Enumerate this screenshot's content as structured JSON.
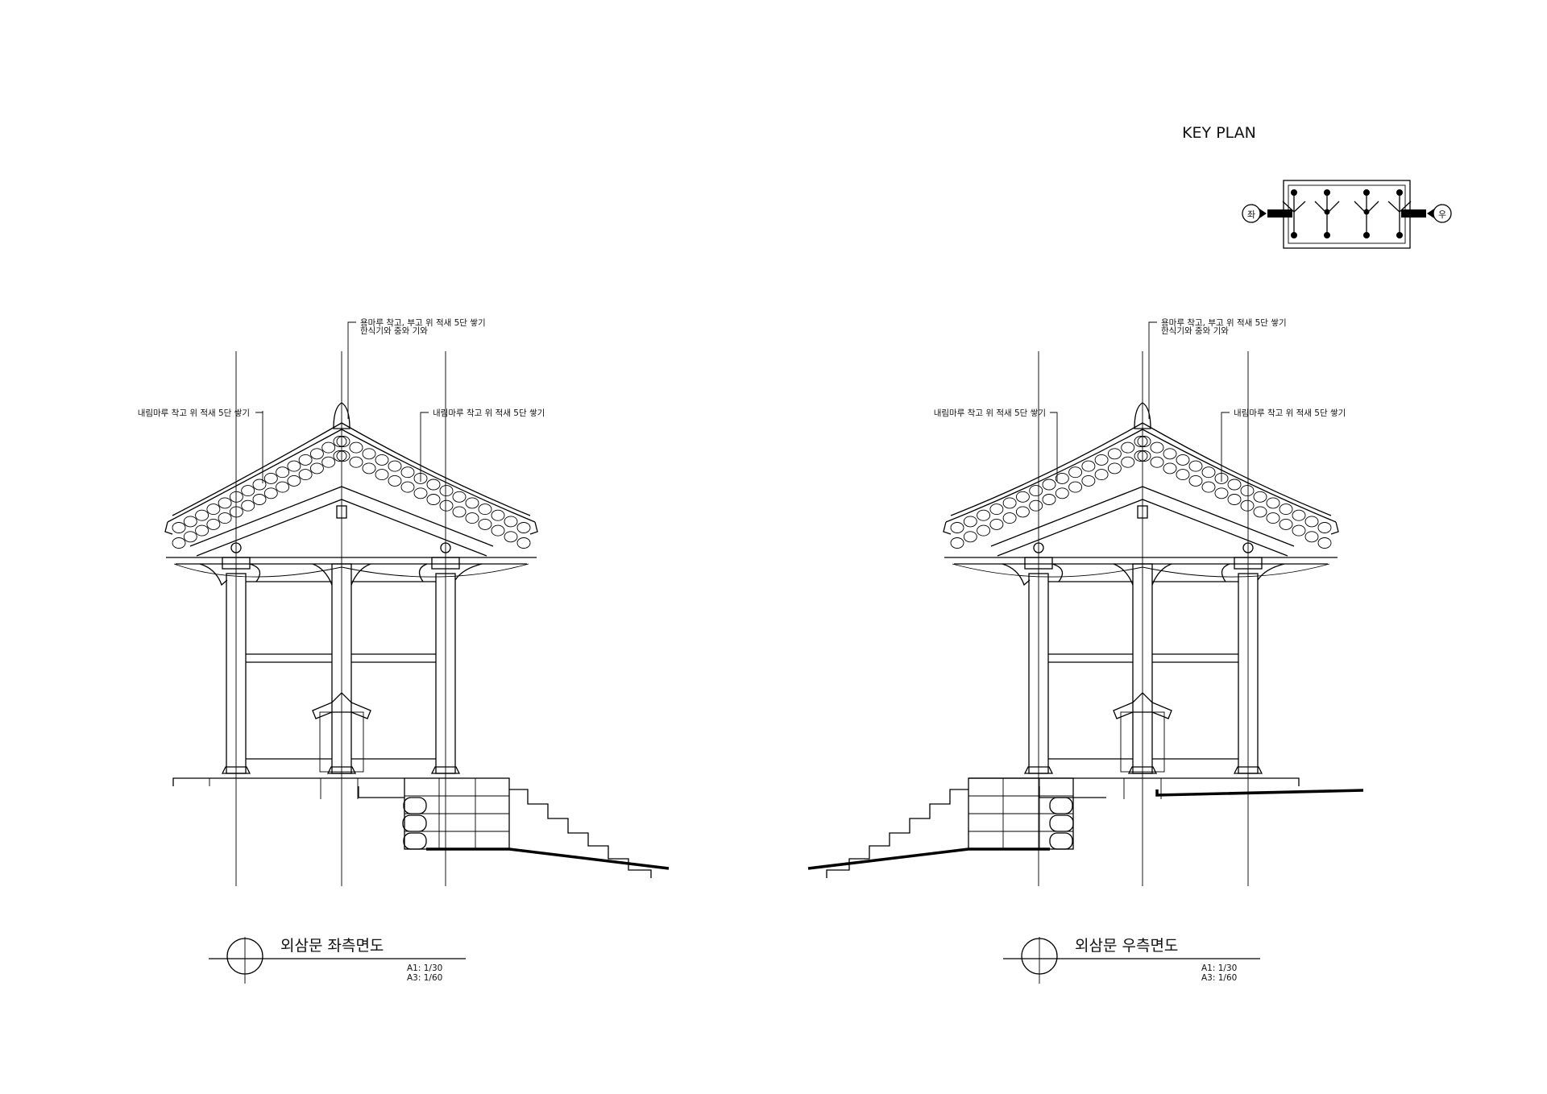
{
  "key_plan": {
    "title": "KEY PLAN",
    "left_marker": "좌",
    "right_marker": "우"
  },
  "left_view": {
    "title": "외삼문 좌측면도",
    "scale_a1": "A1: 1/30",
    "scale_a3": "A3: 1/60",
    "note_ridge_1": "용마루 착고, 부고 위 적새 5단 쌓기",
    "note_ridge_2": "한식기와 중와 기와",
    "note_hip_left": "내림마루 착고 위 적새 5단 쌓기",
    "note_hip_right": "내림마루 착고 위 적새 5단 쌓기"
  },
  "right_view": {
    "title": "외삼문 우측면도",
    "scale_a1": "A1: 1/30",
    "scale_a3": "A3: 1/60",
    "note_ridge_1": "용마루 착고, 부고 위 적새 5단 쌓기",
    "note_ridge_2": "한식기와 중와 기와",
    "note_hip_left": "내림마루 착고 위 적새 5단 쌓기",
    "note_hip_right": "내림마루 착고 위 적새 5단 쌓기"
  }
}
